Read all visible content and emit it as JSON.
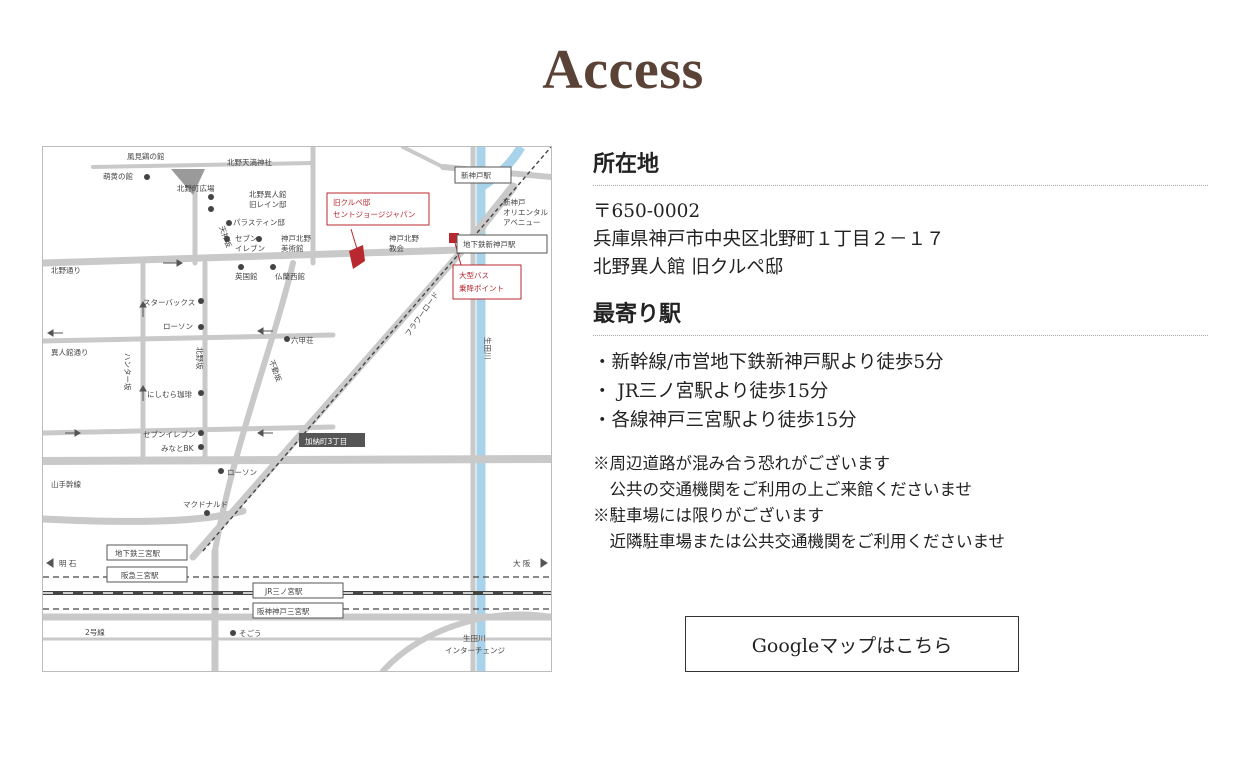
{
  "title": "Access",
  "location": {
    "heading": "所在地",
    "postal": "〒650-0002",
    "address1": "兵庫県神戸市中央区北野町１丁目２－１７",
    "address2": "北野異人館 旧クルペ邸"
  },
  "nearest": {
    "heading": "最寄り駅",
    "stations": [
      "・新幹線/市営地下鉄新神戸駅より徒歩5分",
      "・ JR三ノ宮駅より徒歩15分",
      "・各線神戸三宮駅より徒歩15分"
    ]
  },
  "notes": [
    "※周辺道路が混み合う恐れがございます",
    "　公共の交通機関をご利用の上ご来館くださいませ",
    "※駐車場には限りがございます",
    "　近隣駐車場または公共交通機関をご利用くださいませ"
  ],
  "button": {
    "label": "Googleマップはこちら"
  },
  "map": {
    "labels": {
      "kazamidori": "風見鶏の館",
      "moegi": "萌黄の館",
      "tenmangu": "北野天満神社",
      "kitano_hiroba": "北野町広場",
      "ijinkan": "北野異人館",
      "rhine": "旧レイン邸",
      "palestine": "パラスティン邸",
      "seven1": "セブン",
      "eleven1": "イレブン",
      "kobe_kitano": "神戸北野",
      "museum": "美術館",
      "eikokukan": "英国館",
      "furansu": "仏蘭西館",
      "church1": "神戸北野",
      "church2": "教会",
      "kurupe1": "旧クルペ邸",
      "kurupe2": "セントジョージジャパン",
      "shinkobe": "新神戸駅",
      "oriental1": "新神戸",
      "oriental2": "オリエンタル",
      "oriental3": "アベニュー",
      "subway_shinkobe": "地下鉄新神戸駅",
      "bus1": "大型バス",
      "bus2": "乗降ポイント",
      "kitano_dori": "北野通り",
      "tenjinzaka": "天神坂",
      "starbucks": "スターバックス",
      "lawson1": "ローソン",
      "rokkoso": "六甲荘",
      "ijinkan_dori": "異人館通り",
      "hunter": "ハンター坂",
      "kitano_zaka": "北野坂",
      "fudozaka": "不動坂",
      "nishimura": "にしむら珈琲",
      "seven2": "セブンイレブン",
      "minato": "みなとBK",
      "kanocho": "加納町3丁目",
      "lawson2": "ローソン",
      "yamate": "山手幹線",
      "mcd": "マクドナルド",
      "akashi": "明 石",
      "osaka": "大 阪",
      "subway_sannomiya": "地下鉄三宮駅",
      "hankyu": "阪急三宮駅",
      "jr": "JR三ノ宮駅",
      "hanshin": "阪神神戸三宮駅",
      "route2": "2号線",
      "sogo": "そごう",
      "ikuta_ic1": "生田川",
      "ikuta_ic2": "インターチェンジ",
      "ikuta_river": "生田川",
      "flower_road": "フラワーロード"
    }
  }
}
